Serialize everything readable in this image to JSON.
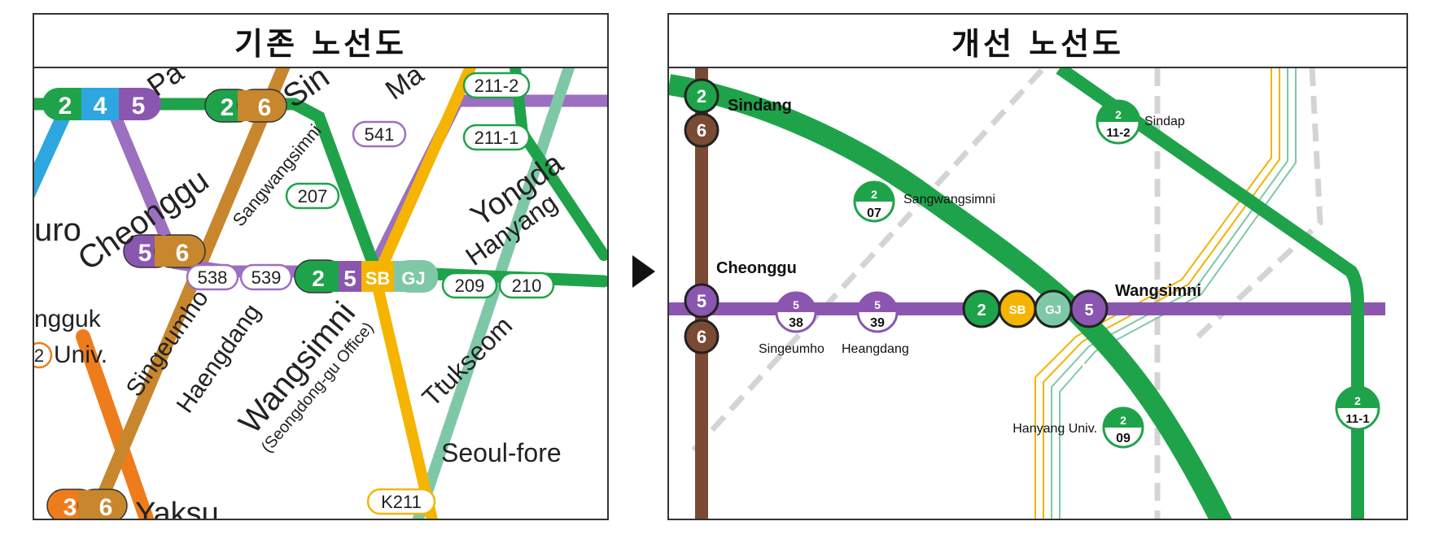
{
  "left_panel": {
    "title": "기존 노선도",
    "labels": {
      "pa": "Pa",
      "sin": "Sin",
      "ma": "Ma",
      "uro": "uro",
      "cheonggu": "Cheonggu",
      "sangwangsimni": "Sangwangsimni",
      "yongda": "Yongda",
      "hanyang": "Hanyang",
      "ngguk": "ngguk",
      "univ": "Univ.",
      "singeumho": "Singeumho",
      "haengdang": "Haengdang",
      "wangsimni": "Wangsimni",
      "wangsimni_sub": "(Seongdong-gu Office)",
      "ttukseom": "Ttukseom",
      "seoul_fore": "Seoul-fore",
      "yaksu": "Yaksu"
    },
    "badges": {
      "b211_2": "211-2",
      "b211_1": "211-1",
      "b541": "541",
      "b207": "207",
      "b538": "538",
      "b539": "539",
      "b209": "209",
      "b210": "210",
      "bk211": "K211"
    },
    "chips": {
      "top_left": [
        "2",
        "4",
        "5"
      ],
      "sindang": [
        "2",
        "6"
      ],
      "cheonggu": [
        "5",
        "6"
      ],
      "wangsimni": [
        "2",
        "5",
        "SB",
        "GJ"
      ],
      "yaksu": [
        "3",
        "6"
      ],
      "univ_circle": "2"
    }
  },
  "right_panel": {
    "title": "개선 노선도",
    "stations": {
      "sindang": {
        "name": "Sindang",
        "lines": [
          "2",
          "6"
        ]
      },
      "sangwangsimni": {
        "name": "Sangwangsimni",
        "line": "2",
        "num": "07"
      },
      "sindap": {
        "name": "Sindap",
        "line": "2",
        "num": "11-2"
      },
      "cheonggu": {
        "name": "Cheonggu",
        "lines": [
          "5",
          "6"
        ]
      },
      "singeumho": {
        "name": "Singeumho",
        "line": "5",
        "num": "38"
      },
      "heangdang": {
        "name": "Heangdang",
        "line": "5",
        "num": "39"
      },
      "wangsimni": {
        "name": "Wangsimni",
        "lines": [
          "2",
          "SB",
          "GJ",
          "5"
        ]
      },
      "hanyang_univ": {
        "name": "Hanyang Univ.",
        "line": "2",
        "num": "09"
      },
      "yongdap": {
        "line": "2",
        "num": "11-1"
      }
    },
    "line2_mid_label": "2"
  },
  "colors": {
    "line2": "#1fa34a",
    "line3": "#ef7c1c",
    "line4": "#2ea7e0",
    "line5": "#8b56b0",
    "line6": "#b5751f",
    "line6_right": "#7a4a35",
    "suin_bundang": "#f5b400",
    "gyeongui": "#7ec8a8",
    "gray_dash": "#cfcfcf"
  }
}
